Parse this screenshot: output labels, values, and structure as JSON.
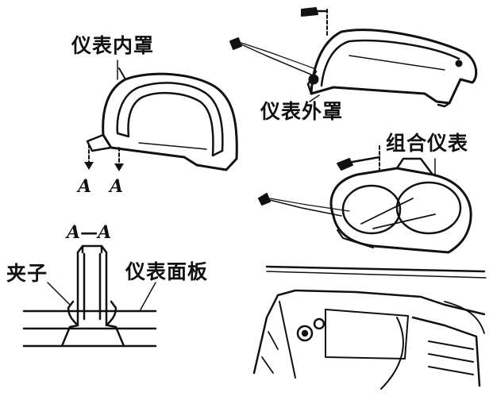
{
  "labels": {
    "inner_cover": "仪表内罩",
    "outer_cover": "仪表外罩",
    "combination_meter": "组合仪表",
    "section_mark_left": "A",
    "section_mark_right": "A",
    "section_title": "A—A",
    "clip": "夹子",
    "panel": "仪表面板"
  }
}
